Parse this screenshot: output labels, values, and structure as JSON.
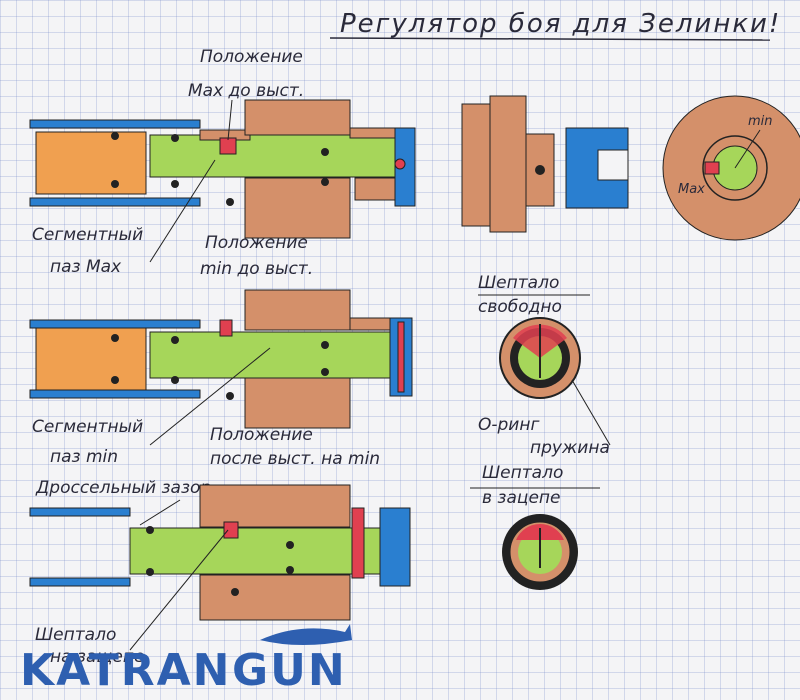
{
  "title": "Регулятор боя для Зелинки!",
  "colors": {
    "blue": "#2a7fd0",
    "orange": "#f0a050",
    "green": "#a6d65a",
    "brown": "#d4906a",
    "red": "#e04050",
    "ink": "#2a2a3a",
    "watermark": "#2e5fb0"
  },
  "labels": {
    "pos_max": [
      "Положение",
      "Max до выст."
    ],
    "seg_max": [
      "Сегментный",
      "паз Max"
    ],
    "pos_min": [
      "Положение",
      "min до выст."
    ],
    "seg_min": [
      "Сегментный",
      "паз min"
    ],
    "pos_after": [
      "Положение",
      "после выст. на min"
    ],
    "throttle": "Дроссельный зазор",
    "sheptalo_hold": [
      "Шептало",
      "на защепе"
    ],
    "sheptalo_free": [
      "Шептало",
      "свободно"
    ],
    "oring": "О-ринг",
    "spring": "пружина",
    "sheptalo_catch": [
      "Шептало",
      "в зацепе"
    ],
    "knob_min": "min",
    "knob_max": "Max"
  },
  "watermark": {
    "text_main": "KATRAN",
    "text_accent": "GUN",
    "icon": "shark-icon"
  }
}
